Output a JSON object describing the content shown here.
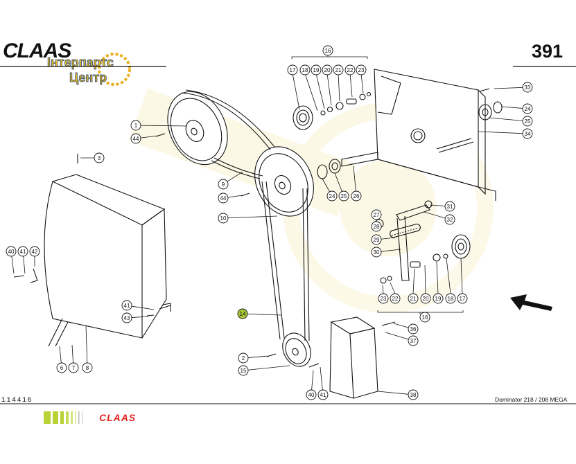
{
  "header": {
    "brand": "CLAAS",
    "page_number": "391",
    "dealer_logo_line1": "Інтерпартс",
    "dealer_logo_line2": "Центр"
  },
  "footer": {
    "drawing_number": "114416",
    "model": "Dominator 218 / 208 MEGA",
    "footer_brand": "CLAAS"
  },
  "highlighted_callout": "14",
  "callouts": [
    {
      "id": "c-16-top",
      "label": "16"
    },
    {
      "id": "c-17-top",
      "label": "17"
    },
    {
      "id": "c-18-top",
      "label": "18"
    },
    {
      "id": "c-19-top",
      "label": "19"
    },
    {
      "id": "c-20-top",
      "label": "20"
    },
    {
      "id": "c-21-top",
      "label": "21"
    },
    {
      "id": "c-22-top",
      "label": "22"
    },
    {
      "id": "c-23-top",
      "label": "23"
    },
    {
      "id": "c-33",
      "label": "33"
    },
    {
      "id": "c-24-right",
      "label": "24"
    },
    {
      "id": "c-25-right",
      "label": "25"
    },
    {
      "id": "c-34",
      "label": "34"
    },
    {
      "id": "c-1",
      "label": "1"
    },
    {
      "id": "c-44-a",
      "label": "44"
    },
    {
      "id": "c-3",
      "label": "3"
    },
    {
      "id": "c-9",
      "label": "9"
    },
    {
      "id": "c-44-b",
      "label": "44"
    },
    {
      "id": "c-10",
      "label": "10"
    },
    {
      "id": "c-24-mid",
      "label": "24"
    },
    {
      "id": "c-25-mid",
      "label": "25"
    },
    {
      "id": "c-26",
      "label": "26"
    },
    {
      "id": "c-27",
      "label": "27"
    },
    {
      "id": "c-28",
      "label": "28"
    },
    {
      "id": "c-29",
      "label": "29"
    },
    {
      "id": "c-30",
      "label": "30"
    },
    {
      "id": "c-31",
      "label": "31"
    },
    {
      "id": "c-32",
      "label": "32"
    },
    {
      "id": "c-40-left",
      "label": "40"
    },
    {
      "id": "c-41-left",
      "label": "41"
    },
    {
      "id": "c-42",
      "label": "42"
    },
    {
      "id": "c-41-mid",
      "label": "41"
    },
    {
      "id": "c-43",
      "label": "43"
    },
    {
      "id": "c-14",
      "label": "14"
    },
    {
      "id": "c-23-low",
      "label": "23"
    },
    {
      "id": "c-22-low",
      "label": "22"
    },
    {
      "id": "c-21-low",
      "label": "21"
    },
    {
      "id": "c-20-low",
      "label": "20"
    },
    {
      "id": "c-19-low",
      "label": "19"
    },
    {
      "id": "c-18-low",
      "label": "18"
    },
    {
      "id": "c-17-low",
      "label": "17"
    },
    {
      "id": "c-16-low",
      "label": "16"
    },
    {
      "id": "c-36",
      "label": "36"
    },
    {
      "id": "c-37",
      "label": "37"
    },
    {
      "id": "c-6",
      "label": "6"
    },
    {
      "id": "c-7",
      "label": "7"
    },
    {
      "id": "c-8",
      "label": "8"
    },
    {
      "id": "c-2",
      "label": "2"
    },
    {
      "id": "c-15",
      "label": "15"
    },
    {
      "id": "c-40-low",
      "label": "40"
    },
    {
      "id": "c-41-low",
      "label": "41"
    },
    {
      "id": "c-38",
      "label": "38"
    }
  ]
}
